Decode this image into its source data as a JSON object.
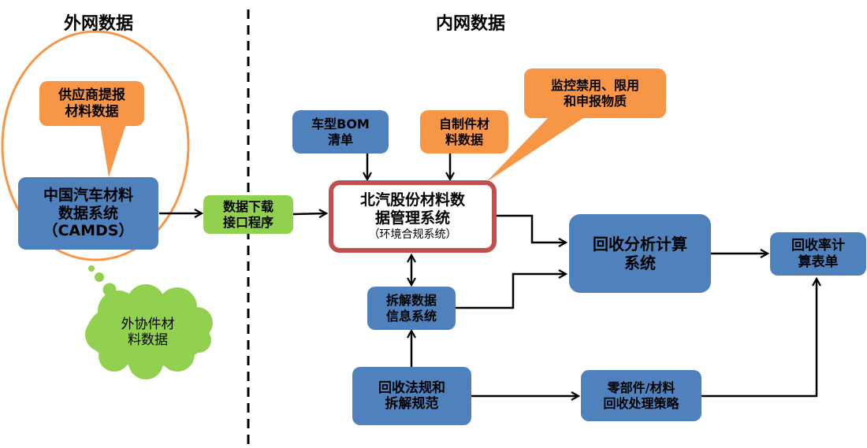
{
  "headings": {
    "external": "外网数据",
    "internal": "内网数据"
  },
  "external": {
    "supplier_callout": [
      "供应商提报",
      "材料数据"
    ],
    "camds": [
      "中国汽车材料",
      "数据系统",
      "（CAMDS）"
    ],
    "outsourced_cloud": [
      "外协件材",
      "料数据"
    ],
    "download_interface": [
      "数据下载",
      "接口程序"
    ]
  },
  "internal": {
    "vehicle_bom": [
      "车型BOM",
      "清单"
    ],
    "self_made_parts": [
      "自制件材",
      "料数据"
    ],
    "monitor_callout": [
      "监控禁用、限用",
      "和申报物质"
    ],
    "baic_system": [
      "北汽股份材料数",
      "据管理系统",
      "（环境合规系统）"
    ],
    "recycling_analysis": [
      "回收分析计算",
      "系统"
    ],
    "recovery_rate_form": [
      "回收率计",
      "算表单"
    ],
    "dismantling_info": [
      "拆解数据",
      "信息系统"
    ],
    "regulations": [
      "回收法规和",
      "拆解规范"
    ],
    "parts_strategy": [
      "零部件/材料",
      "回收处理策略"
    ]
  },
  "colors": {
    "blue_box": "#4f81bd",
    "orange_box": "#f79646",
    "green_box": "#92d050",
    "red_border": "#c0504d",
    "ellipse": "#f79646"
  }
}
